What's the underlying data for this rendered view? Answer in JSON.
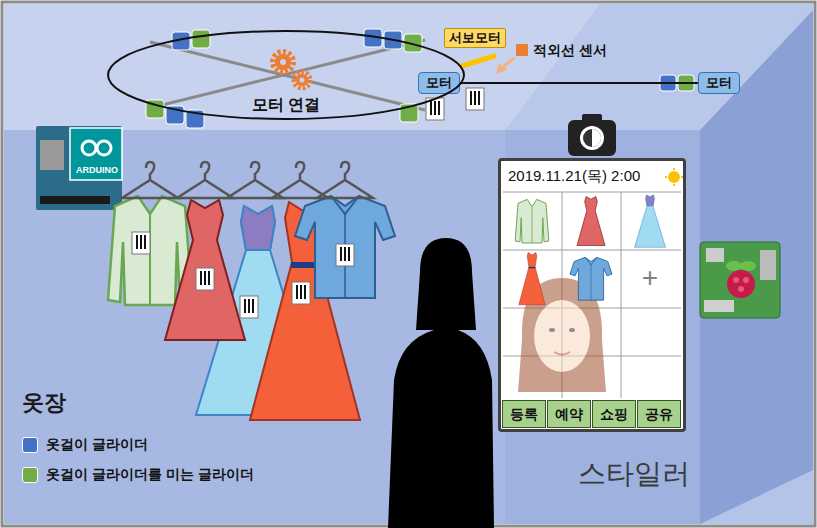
{
  "diagram": {
    "nodes": [
      {
        "text": [
          "서보모터"
        ]
      },
      {
        "text": [
          "모터"
        ]
      },
      {
        "text": [
          "모터"
        ]
      },
      {
        "text": [
          "모터 연결"
        ]
      },
      {
        "text": [
          "2019.11.21(목) 2:00"
        ]
      },
      {
        "text": [
          "등록"
        ],
        "in": 4
      },
      {
        "text": [
          "예약"
        ],
        "in": 4
      },
      {
        "text": [
          "쇼핑"
        ],
        "in": 4
      },
      {
        "text": [
          "공유"
        ],
        "in": 4
      }
    ],
    "edges": [
      {
        "from": 1,
        "to": 2,
        "arrow": "none"
      }
    ],
    "labels": [
      "적외선 센서",
      "ARDUINO",
      "+",
      "옷장",
      "스타일러"
    ],
    "legend": [
      {
        "text": "옷걸이 글라이더",
        "color": "#4472c4"
      },
      {
        "text": "옷걸이 글라이더를 미는 글라이더",
        "color": "#70ad47"
      }
    ]
  }
}
